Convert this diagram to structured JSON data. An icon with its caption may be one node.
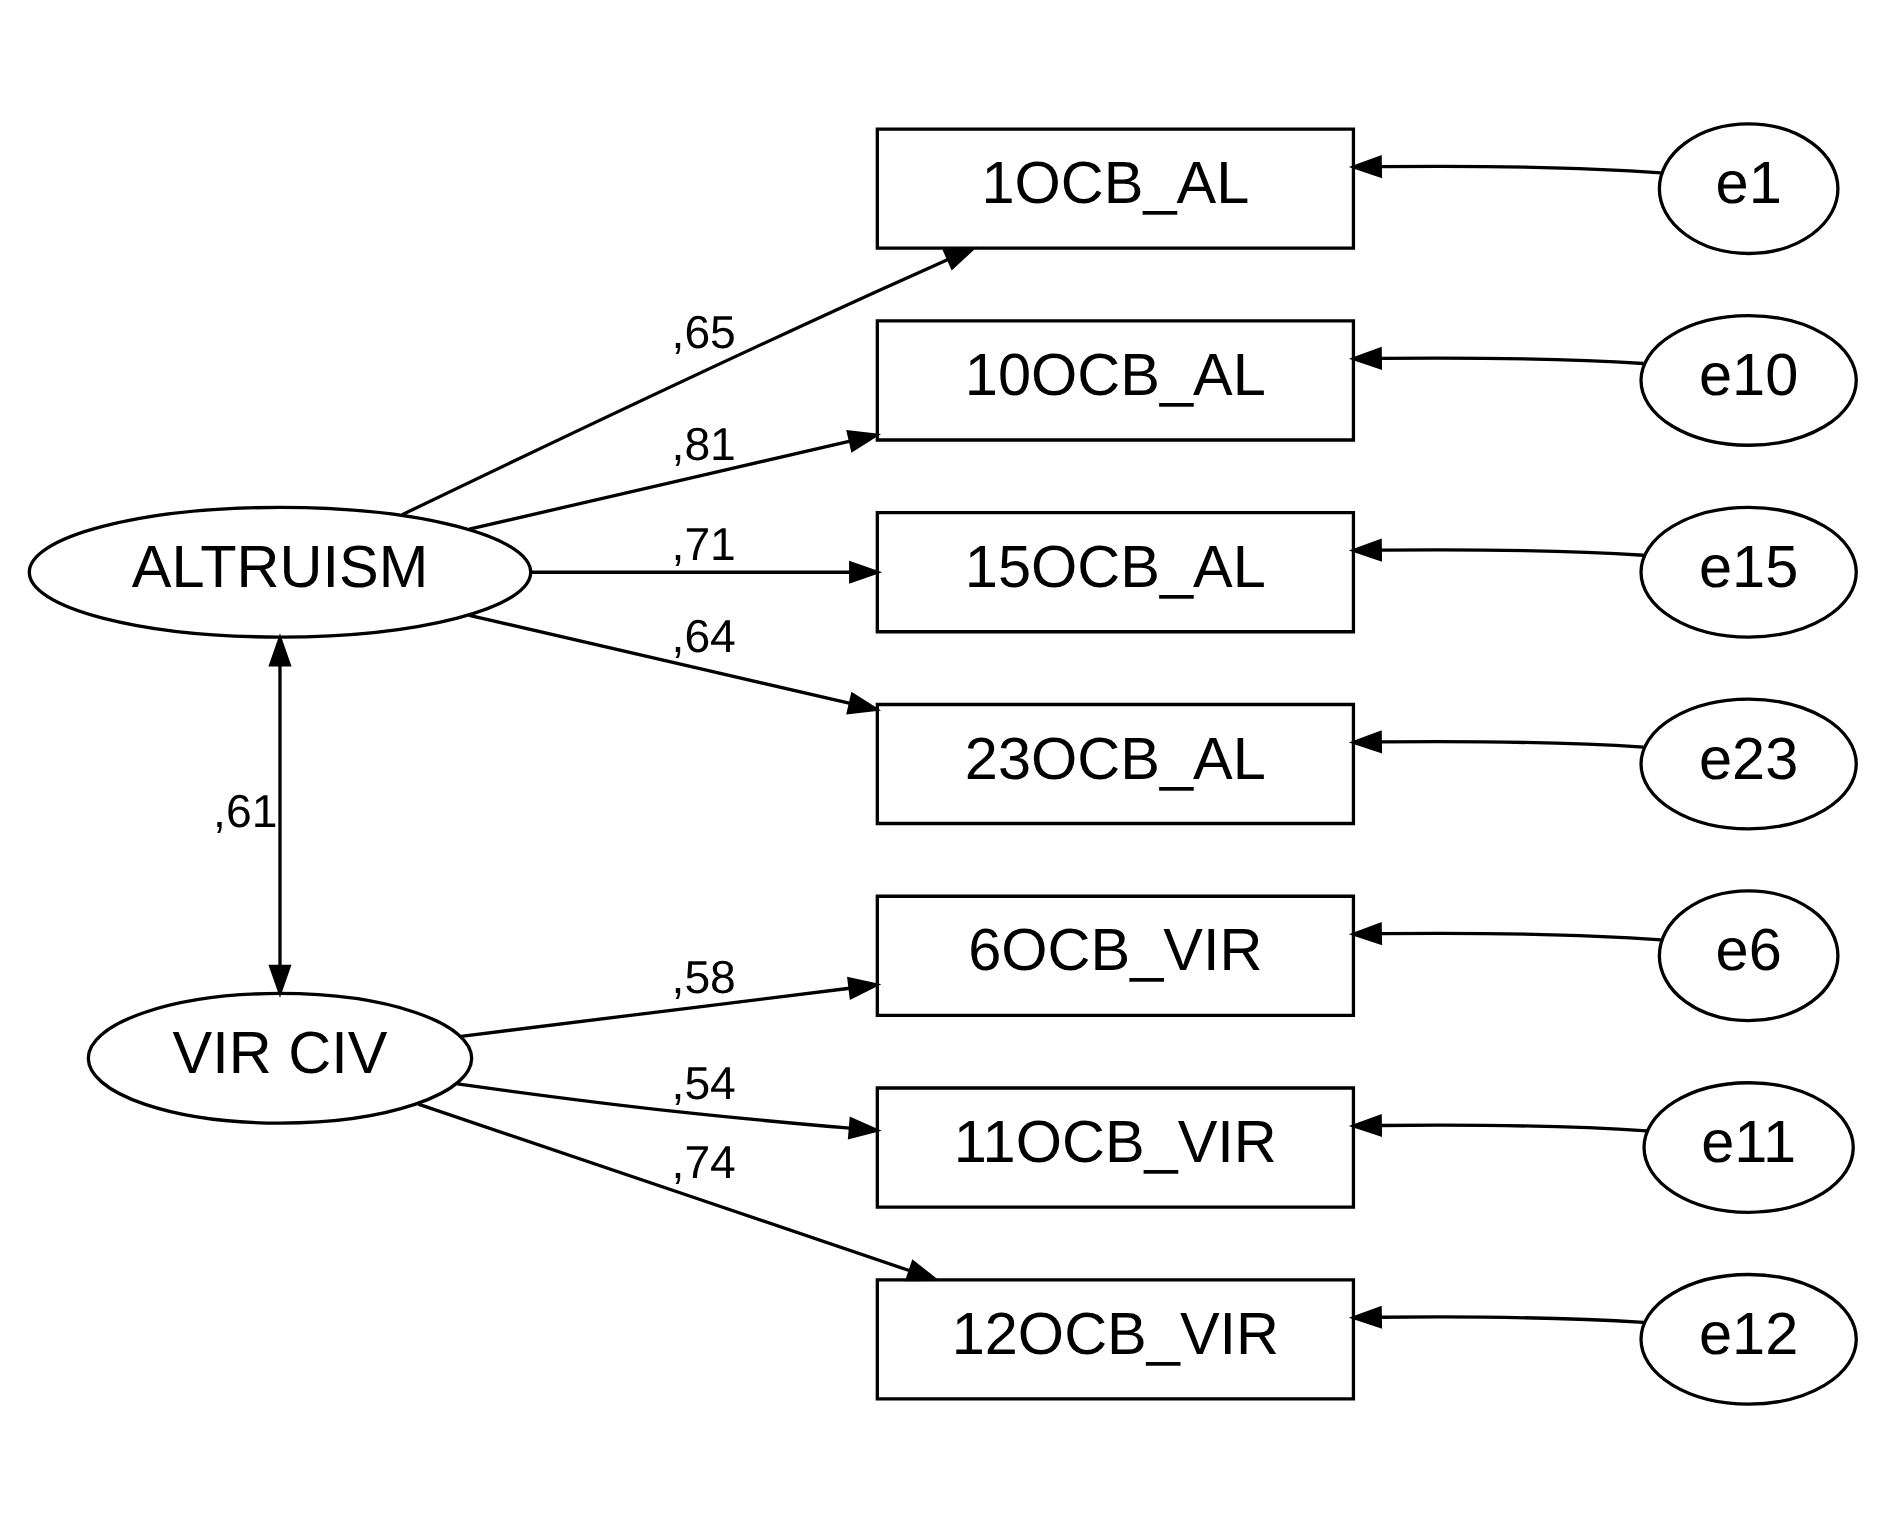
{
  "diagram": {
    "nodes": [
      {
        "text": [
          "ALTRUISM"
        ]
      },
      {
        "text": [
          "VIR CIV"
        ]
      },
      {
        "text": [
          "1OCB_AL"
        ]
      },
      {
        "text": [
          "10OCB_AL"
        ]
      },
      {
        "text": [
          "15OCB_AL"
        ]
      },
      {
        "text": [
          "23OCB_AL"
        ]
      },
      {
        "text": [
          "6OCB_VIR"
        ]
      },
      {
        "text": [
          "11OCB_VIR"
        ]
      },
      {
        "text": [
          "12OCB_VIR"
        ]
      },
      {
        "text": [
          "e1"
        ]
      },
      {
        "text": [
          "e10"
        ]
      },
      {
        "text": [
          "e15"
        ]
      },
      {
        "text": [
          "e23"
        ]
      },
      {
        "text": [
          "e6"
        ]
      },
      {
        "text": [
          "e11"
        ]
      },
      {
        "text": [
          "e12"
        ]
      }
    ],
    "edges": [
      {
        "from": 0,
        "to": 1,
        "arrow": "both",
        "label": ",61"
      },
      {
        "from": 0,
        "to": 2,
        "arrow": "to",
        "label": ",65"
      },
      {
        "from": 0,
        "to": 3,
        "arrow": "to",
        "label": ",81"
      },
      {
        "from": 0,
        "to": 4,
        "arrow": "to",
        "label": ",71"
      },
      {
        "from": 0,
        "to": 5,
        "arrow": "to",
        "label": ",64"
      },
      {
        "from": 1,
        "to": 6,
        "arrow": "to",
        "label": ",58"
      },
      {
        "from": 1,
        "to": 7,
        "arrow": "to",
        "label": ",54"
      },
      {
        "from": 1,
        "to": 8,
        "arrow": "to",
        "label": ",74"
      },
      {
        "from": 9,
        "to": 2,
        "arrow": "to"
      },
      {
        "from": 10,
        "to": 3,
        "arrow": "to"
      },
      {
        "from": 11,
        "to": 4,
        "arrow": "to"
      },
      {
        "from": 12,
        "to": 5,
        "arrow": "to"
      },
      {
        "from": 13,
        "to": 6,
        "arrow": "to"
      },
      {
        "from": 14,
        "to": 7,
        "arrow": "to"
      },
      {
        "from": 15,
        "to": 8,
        "arrow": "to"
      }
    ]
  }
}
